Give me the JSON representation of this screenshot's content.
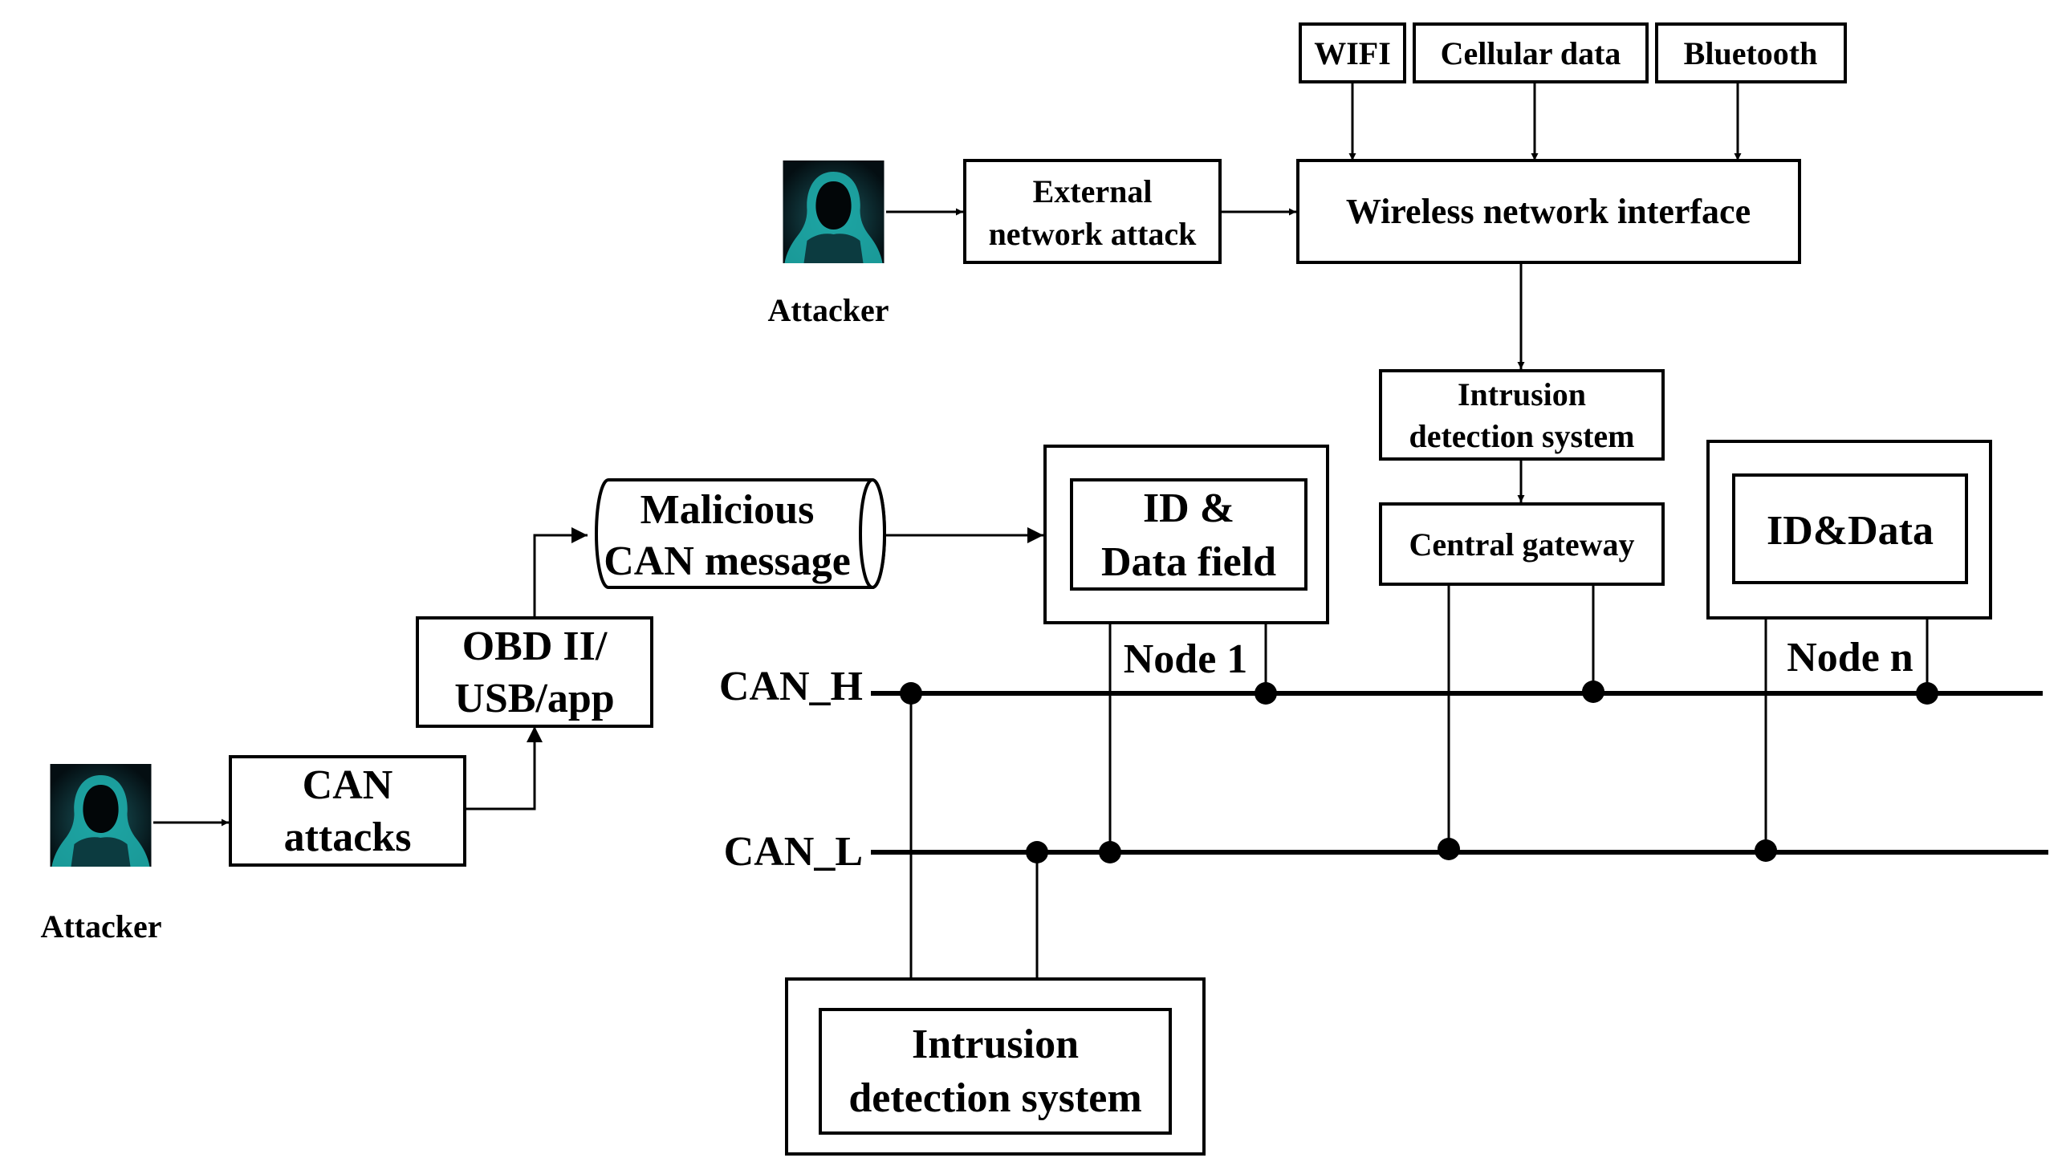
{
  "wireless_sources": [
    "WIFI",
    "Cellular data",
    "Bluetooth"
  ],
  "wireless_interface": "Wireless network interface",
  "external_attack": [
    "External",
    "network attack"
  ],
  "attacker_top": {
    "label": "Attacker",
    "icon": "hooded-attacker-icon"
  },
  "attacker_bottom": {
    "label": "Attacker",
    "icon": "hooded-attacker-icon"
  },
  "ids_top": [
    "Intrusion",
    "detection system"
  ],
  "central_gateway": "Central gateway",
  "node1": {
    "inner": [
      "ID &",
      "Data field"
    ],
    "label": "Node 1"
  },
  "noden": {
    "inner": "ID&Data",
    "label": "Node n"
  },
  "malicious_message": [
    "Malicious",
    "CAN message"
  ],
  "obd": [
    "OBD II/",
    "USB/app"
  ],
  "can_attacks": [
    "CAN",
    "attacks"
  ],
  "can_h": "CAN_H",
  "can_l": "CAN_L",
  "ids_bottom": [
    "Intrusion",
    "detection system"
  ],
  "colors": {
    "line": "#000000",
    "attacker_glow": "#1fb3b0",
    "attacker_bg": "#06151a"
  }
}
